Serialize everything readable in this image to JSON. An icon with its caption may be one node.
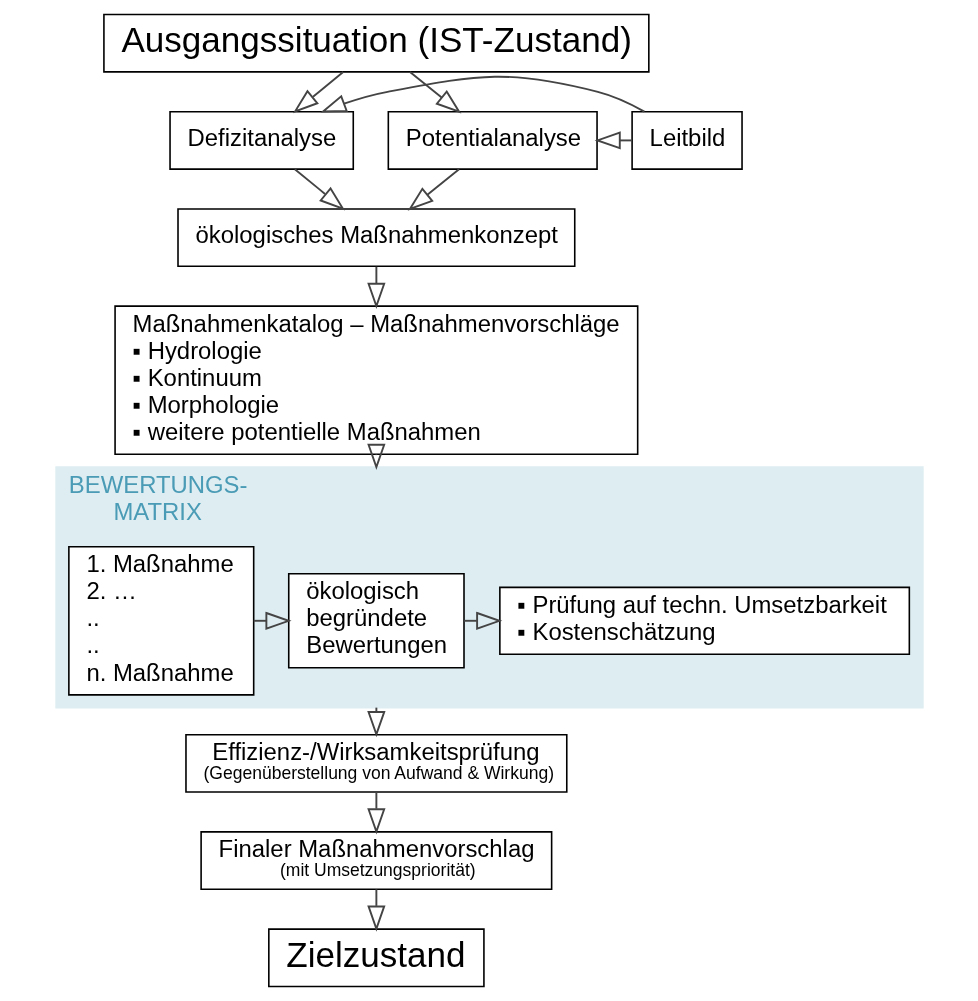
{
  "diagram": {
    "nodes": [
      {
        "text": [
          "Ausgangssituation (IST-Zustand)"
        ]
      },
      {
        "text": [
          "Defizitanalyse"
        ]
      },
      {
        "text": [
          "Leitbild"
        ]
      },
      {
        "text": [
          "Potentialanalyse"
        ]
      },
      {
        "text": [
          "ökologisches Maßnahmenkonzept"
        ]
      },
      {
        "text": [
          "Maßnahmenkatalog – Maßnahmenvorschläge",
          "▪ Hydrologie",
          "▪ Kontinuum",
          "▪ Morphologie",
          "▪ weitere potentielle Maßnahmen"
        ]
      },
      {
        "text": [
          "BEWERTUNGS- MATRIX"
        ]
      },
      {
        "text": [
          "1. Maßnahme",
          "2. …",
          "..",
          "..",
          "n. Maßnahme"
        ],
        "in": 6
      },
      {
        "text": [
          "ökologisch begründete Bewertungen"
        ],
        "in": 6
      },
      {
        "text": [
          "▪ Prüfung auf techn. Umsetzbarkeit",
          "▪ Kostenschätzung"
        ],
        "in": 6
      },
      {
        "text": [
          "Effizienz-/Wirksamkeitsprüfung",
          "(Gegenüberstellung von Aufwand & Wirkung)"
        ]
      },
      {
        "text": [
          "Finaler Maßnahmenvorschlag",
          "(mit Umsetzungspriorität)"
        ]
      },
      {
        "text": [
          "Zielzustand"
        ]
      }
    ],
    "edges": [
      {
        "from": 0,
        "to": 1,
        "arrow": "to"
      },
      {
        "from": 0,
        "to": 3,
        "arrow": "to"
      },
      {
        "from": 2,
        "to": 1,
        "arrow": "to"
      },
      {
        "from": 2,
        "to": 3,
        "arrow": "to"
      },
      {
        "from": 1,
        "to": 4,
        "arrow": "to"
      },
      {
        "from": 3,
        "to": 4,
        "arrow": "to"
      },
      {
        "from": 4,
        "to": 5,
        "arrow": "to"
      },
      {
        "from": 5,
        "to": 6,
        "arrow": "to"
      },
      {
        "from": 7,
        "to": 8,
        "arrow": "to"
      },
      {
        "from": 8,
        "to": 9,
        "arrow": "to"
      },
      {
        "from": 6,
        "to": 10,
        "arrow": "to"
      },
      {
        "from": 10,
        "to": 11,
        "arrow": "to"
      },
      {
        "from": 11,
        "to": 12,
        "arrow": "to"
      }
    ]
  }
}
